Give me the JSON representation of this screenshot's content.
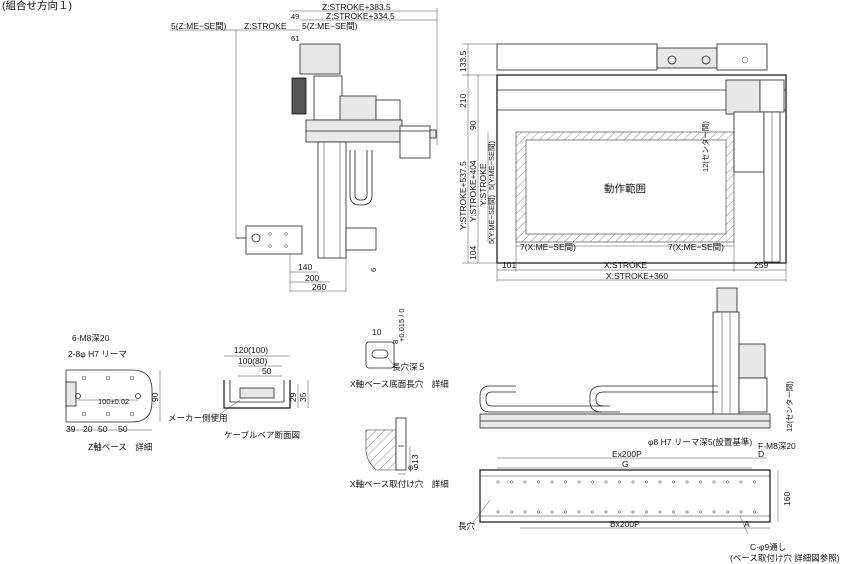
{
  "header": {
    "title": "(組合せ方向１)"
  },
  "top_view": {
    "dims": {
      "z_total": "Z:STROKE+383.5",
      "z_plus": "Z:STROKE+334.5",
      "d49": "49",
      "d61": "61",
      "z_stroke": "Z:STROKE",
      "me_se_left": "5(Z:ME−SE間)",
      "me_se_right": "5(Z:ME−SE間)",
      "d140": "140",
      "d200": "200",
      "d260": "260",
      "d6": "6"
    }
  },
  "x_view": {
    "dims": {
      "d133": "133.5",
      "d210": "210",
      "d90": "90",
      "y_plus": "Y:STROKE+537.5",
      "y_404": "Y:STROKE+404",
      "y_stroke": "Y:STROKE",
      "y_me_se_top": "5(Y:ME−SE間)",
      "y_me_se_bot": "5(Y:ME−SE間)",
      "d104": "104",
      "x_me_se_left": "7(X:ME−SE間)",
      "x_me_se_right": "7(X:ME−SE間)",
      "d101": "101",
      "x_stroke": "X:STROKE",
      "d259": "259",
      "x_plus": "X:STROKE+360",
      "center_line": "12(センター間)"
    },
    "area_label": "動作範囲"
  },
  "z_base": {
    "m8": "6-M8深20",
    "reamer": "2-8φ H7 リーマ",
    "d100": "100±0.02",
    "d90": "90",
    "d39": "39",
    "d20": "20",
    "d50a": "50",
    "d50b": "50",
    "caption": "Z軸ベース　詳細"
  },
  "cable": {
    "d120": "120(100)",
    "d100": "100(80)",
    "d50": "50",
    "d29": "29",
    "d35": "35",
    "maker": "メーカー側使用",
    "caption": "ケーブルベア断面図"
  },
  "x_slot": {
    "d10": "10",
    "d8": "8",
    "tol": "+0.015 / 0",
    "depth": "長穴深５",
    "caption": "X軸ベース底面長穴　詳細"
  },
  "x_mount": {
    "d13": "13",
    "d9": "φ9",
    "caption": "X軸ベース取付け穴　詳細"
  },
  "side_view": {
    "center_line": "12(センター間)"
  },
  "x_base": {
    "reamer": "φ8 H7 リーマ深5(設置基準)",
    "m8": "F-M8深20",
    "e": "Ex200P",
    "g": "G",
    "d": "D",
    "d160": "160",
    "b": "Bx200P",
    "a": "A",
    "slot": "長穴",
    "c1": "C-φ9通し",
    "c2": "(ベース取付け穴 詳細図参照)"
  }
}
